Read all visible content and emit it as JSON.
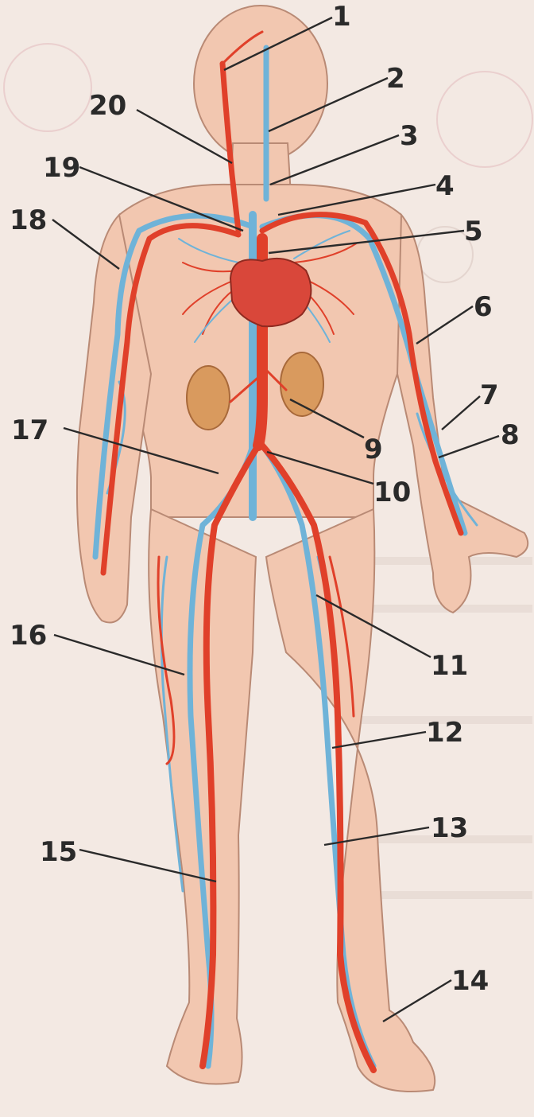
{
  "diagram": {
    "labels": [
      {
        "id": "1",
        "text": "1"
      },
      {
        "id": "2",
        "text": "2"
      },
      {
        "id": "3",
        "text": "3"
      },
      {
        "id": "4",
        "text": "4"
      },
      {
        "id": "5",
        "text": "5"
      },
      {
        "id": "6",
        "text": "6"
      },
      {
        "id": "7",
        "text": "7"
      },
      {
        "id": "8",
        "text": "8"
      },
      {
        "id": "9",
        "text": "9"
      },
      {
        "id": "10",
        "text": "10"
      },
      {
        "id": "11",
        "text": "11"
      },
      {
        "id": "12",
        "text": "12"
      },
      {
        "id": "13",
        "text": "13"
      },
      {
        "id": "14",
        "text": "14"
      },
      {
        "id": "15",
        "text": "15"
      },
      {
        "id": "16",
        "text": "16"
      },
      {
        "id": "17",
        "text": "17"
      },
      {
        "id": "18",
        "text": "18"
      },
      {
        "id": "19",
        "text": "19"
      },
      {
        "id": "20",
        "text": "20"
      }
    ]
  },
  "colors": {
    "artery": "#e0402a",
    "vein": "#6fb3d8",
    "skin": "#f2c7b0",
    "heart": "#d9473a",
    "kidney": "#d99a5e",
    "label": "#2a2a2a"
  }
}
